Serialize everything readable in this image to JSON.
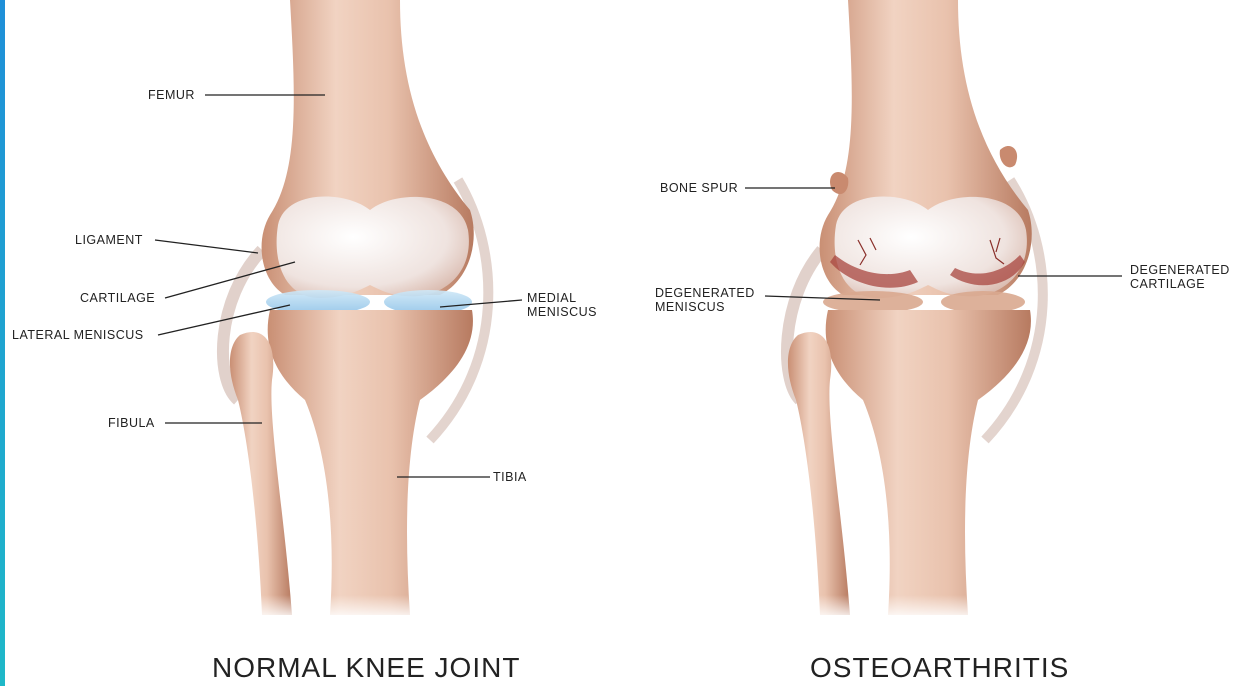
{
  "accent_color": "#1fa3d0",
  "panels": [
    {
      "caption": "NORMAL KNEE JOINT",
      "labels": {
        "femur": "FEMUR",
        "ligament": "LIGAMENT",
        "cartilage": "CARTILAGE",
        "lateral_meniscus": "LATERAL MENISCUS",
        "medial_meniscus_1": "MEDIAL",
        "medial_meniscus_2": "MENISCUS",
        "fibula": "FIBULA",
        "tibia": "TIBIA"
      }
    },
    {
      "caption": "OSTEOARTHRITIS",
      "labels": {
        "bone_spur": "BONE SPUR",
        "degenerated_meniscus_1": "DEGENERATED",
        "degenerated_meniscus_2": "MENISCUS",
        "degenerated_cartilage_1": "DEGENERATED",
        "degenerated_cartilage_2": "CARTILAGE"
      }
    }
  ]
}
